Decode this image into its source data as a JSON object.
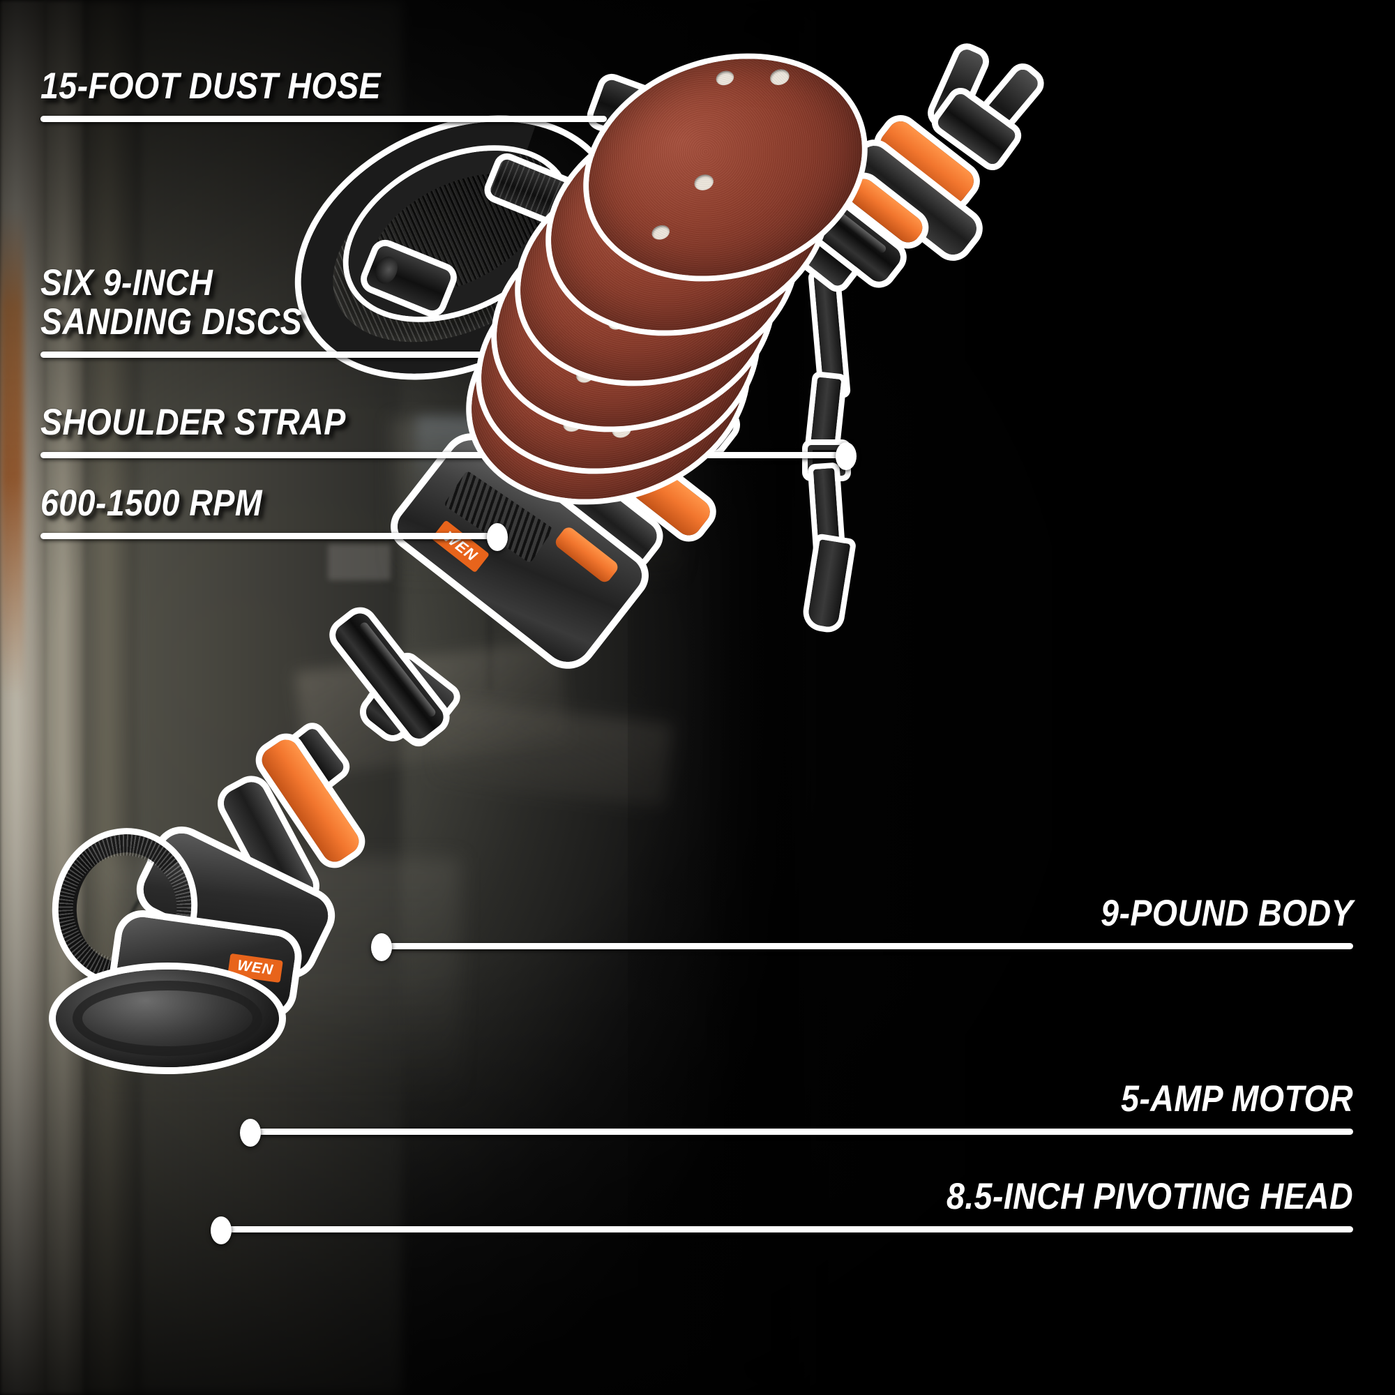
{
  "meta": {
    "title": "WEN Drywall Sander Feature Infographic",
    "brand": "WEN",
    "accent_orange": "#F2762E",
    "keyline": "#FFFFFF",
    "disc_color": "#8E3F2E",
    "background": "#050505"
  },
  "callouts": {
    "left": [
      {
        "id": "dust-hose",
        "label": "15-FOOT DUST HOSE"
      },
      {
        "id": "sanding-discs",
        "label": "SIX 9-INCH\nSANDING DISCS"
      },
      {
        "id": "shoulder-strap",
        "label": "SHOULDER STRAP"
      },
      {
        "id": "rpm-range",
        "label": "600-1500 RPM"
      }
    ],
    "right": [
      {
        "id": "body-weight",
        "label": "9-POUND BODY"
      },
      {
        "id": "motor-amps",
        "label": "5-AMP MOTOR"
      },
      {
        "id": "pivoting-head",
        "label": "8.5-INCH PIVOTING HEAD"
      }
    ]
  },
  "product_parts": {
    "hose": "15-foot flexible dust collection hose",
    "discs": "six 9-inch hook-and-loop sanding discs",
    "strap": "adjustable shoulder strap",
    "tool": "variable speed drywall sander with extension pole",
    "badge": "WEN"
  }
}
